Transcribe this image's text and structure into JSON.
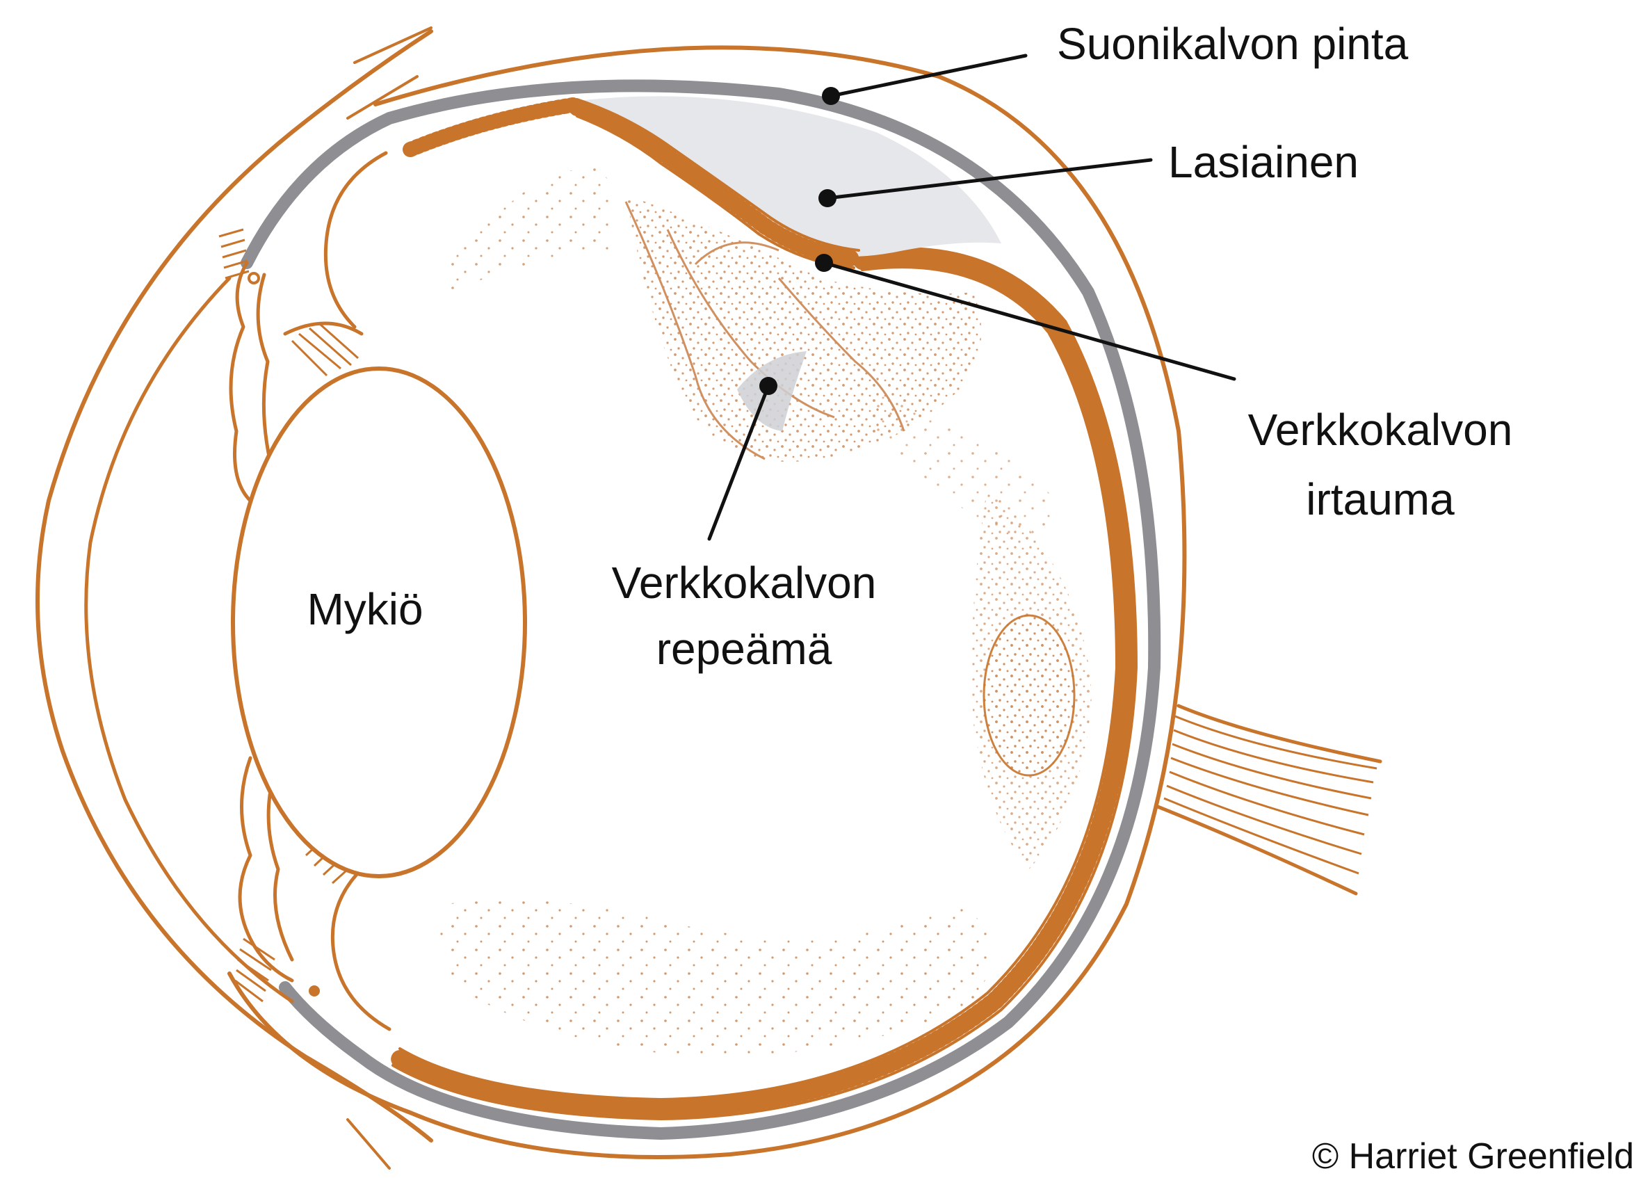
{
  "labels": {
    "choroid_surface": "Suonikalvon pinta",
    "vitreous": "Lasiainen",
    "retinal_detachment_line1": "Verkkokalvon",
    "retinal_detachment_line2": "irtauma",
    "retinal_tear_line1": "Verkkokalvon",
    "retinal_tear_line2": "repeämä",
    "lens": "Mykiö",
    "credit": "© Harriet Greenfield"
  },
  "colors": {
    "outline": "#c8742a",
    "stipple": "#d09060",
    "choroid_band": "#8e8e93",
    "detached_fill": "#e6e7ea",
    "leader": "#111111",
    "text": "#111111"
  }
}
